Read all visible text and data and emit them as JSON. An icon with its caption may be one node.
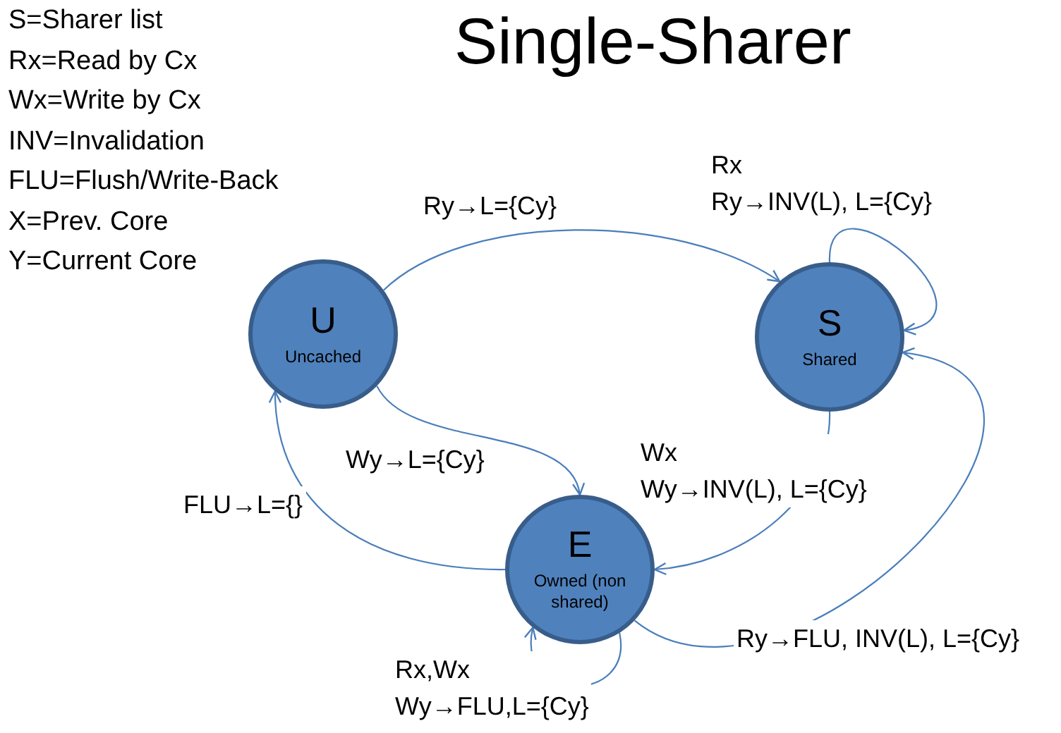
{
  "diagram": {
    "title": "Single-Sharer",
    "nodes": [
      {
        "text": [
          "U",
          "Uncached"
        ]
      },
      {
        "text": [
          "S",
          "Shared"
        ]
      },
      {
        "text": [
          "E",
          "Owned (non shared)"
        ]
      }
    ],
    "edges": [
      {
        "from": 0,
        "to": 1,
        "arrow": "to",
        "label": "Ry→L={Cy}"
      },
      {
        "from": 1,
        "to": 1,
        "arrow": "to",
        "label": "Rx\nRy→INV(L), L={Cy}"
      },
      {
        "from": 1,
        "to": 2,
        "arrow": "to",
        "label": "Wx\nWy→INV(L), L={Cy}"
      },
      {
        "from": 0,
        "to": 2,
        "arrow": "to",
        "label": "Wy→L={Cy}"
      },
      {
        "from": 2,
        "to": 0,
        "arrow": "to",
        "label": "FLU→L={}"
      },
      {
        "from": 2,
        "to": 1,
        "arrow": "to",
        "label": "Ry→FLU, INV(L), L={Cy}"
      },
      {
        "from": 2,
        "to": 2,
        "arrow": "to",
        "label": "Rx,Wx\nWy→FLU,L={Cy}"
      }
    ],
    "labels": [
      "S=Sharer list",
      "Rx=Read by Cx",
      "Wx=Write by Cx",
      "INV=Invalidation",
      "FLU=Flush/Write-Back",
      "X=Prev. Core",
      "Y=Current Core"
    ]
  }
}
